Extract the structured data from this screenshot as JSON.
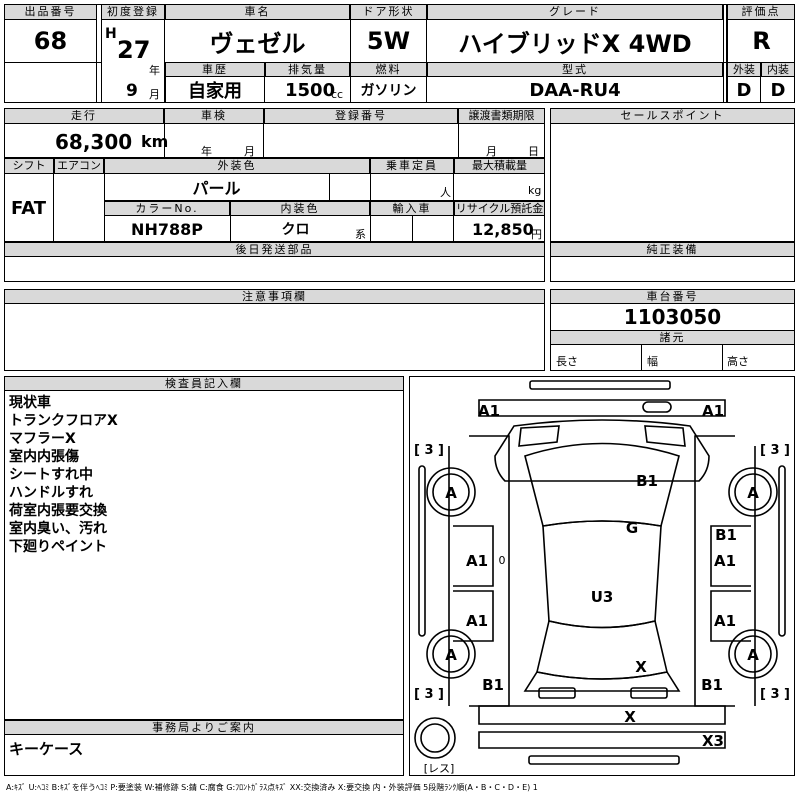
{
  "header": {
    "lot_no_label": "出品番号",
    "lot_no": "68",
    "first_reg_label": "初度登録",
    "era": "H",
    "year": "27",
    "year_unit": "年",
    "month": "9",
    "month_unit": "月",
    "car_name_label": "車名",
    "car_name": "ヴェゼル",
    "doors_label": "ドア形状",
    "doors": "5W",
    "grade_label": "グレード",
    "grade": "ハイブリッドX 4WD",
    "score_label": "評価点",
    "score": "R",
    "history_label": "車歴",
    "history": "自家用",
    "displacement_label": "排気量",
    "displacement": "1500",
    "displacement_unit": "cc",
    "fuel_label": "燃料",
    "fuel": "ガソリン",
    "model_label": "型式",
    "model": "DAA-RU4",
    "exterior_label": "外装",
    "exterior": "D",
    "interior_label": "内装",
    "interior": "D"
  },
  "row2": {
    "mileage_label": "走行",
    "mileage": "68,300",
    "mileage_unit": "km",
    "inspection_label": "車検",
    "inspection_year_unit": "年",
    "inspection_month_unit": "月",
    "regno_label": "登録番号",
    "transfer_label": "譲渡書類期限",
    "transfer_month_unit": "月",
    "transfer_day_unit": "日",
    "sales_points_label": "セールスポイント"
  },
  "row3": {
    "shift_label": "シフト",
    "shift": "FAT",
    "ac_label": "エアコン",
    "ext_color_label": "外装色",
    "ext_color": "パール",
    "capacity_label": "乗車定員",
    "capacity_unit": "人",
    "max_load_label": "最大積載量",
    "max_load_unit": "kg",
    "color_no_label": "カラーNo.",
    "color_no": "NH788P",
    "int_color_label": "内装色",
    "int_color": "クロ",
    "int_color_unit": "系",
    "import_label": "輸入車",
    "recycle_label": "リサイクル預託金",
    "recycle": "12,850",
    "recycle_unit": "円"
  },
  "later_parts_label": "後日発送部品",
  "equipment_label": "純正装備",
  "caution_label": "注意事項欄",
  "chassis": {
    "label": "車台番号",
    "number": "1103050",
    "dims_label": "諸元",
    "length_label": "長さ",
    "width_label": "幅",
    "height_label": "高さ"
  },
  "inspector": {
    "label": "検査員記入欄",
    "notes": [
      "現状車",
      "トランクフロアX",
      "マフラーX",
      "室内内張傷",
      "シートすれ中",
      "ハンドルすれ",
      "荷室内張要交換",
      "室内臭い、汚れ",
      "下廻りペイント"
    ]
  },
  "office": {
    "label": "事務局よりご案内",
    "note": "キーケース"
  },
  "diagram": {
    "marks": {
      "a1_tl": "A1",
      "a1_tr": "A1",
      "b3_l1": "[ 3 ]",
      "b3_r1": "[ 3 ]",
      "b3_l2": "[ 3 ]",
      "b3_r2": "[ 3 ]",
      "tire_fl": "A",
      "tire_fr": "A",
      "tire_rl": "A",
      "tire_rr": "A",
      "b1_hood": "B1",
      "g_glass": "G",
      "b1_rside": "B1",
      "a1_l1": "A1",
      "a1_r1": "A1",
      "a1_l2": "A1",
      "a1_r2": "A1",
      "u3_roof": "U3",
      "x_rear": "X",
      "b1_rl": "B1",
      "b1_rr": "B1",
      "x_bumper": "X",
      "x3_bottom": "X3",
      "zero": "0",
      "less": "[レス]"
    }
  },
  "legend": "A:ｷｽﾞ U:ﾍｺﾐ B:ｷｽﾞを伴うﾍｺﾐ P:要塗装 W:補修跡 S:錆 C:腐食 G:ﾌﾛﾝﾄｶﾞﾗｽ点ｷｽﾞ XX:交換済み X:要交換 内・外装評価 5段階ﾗﾝｸ順(A・B・C・D・E) 1"
}
